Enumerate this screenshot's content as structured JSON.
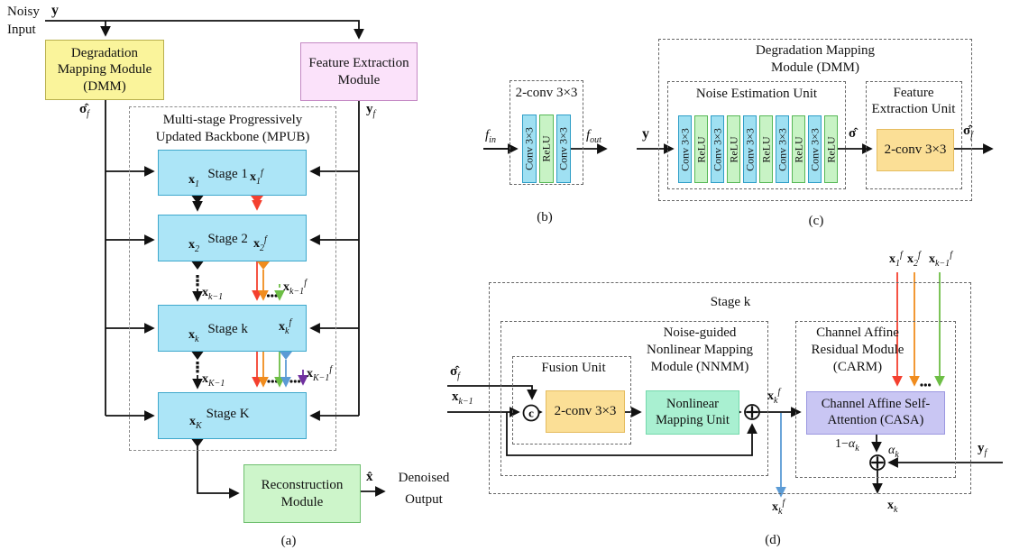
{
  "figure": {
    "panels": {
      "a": {
        "caption": "(a)",
        "noisy_line1": "Noisy",
        "noisy_line2": "Input",
        "y_label": "<b>y</b>",
        "dmm_lines": [
          "Degradation",
          "Mapping Module",
          "(DMM)"
        ],
        "fem_lines": [
          "Feature Extraction",
          "Module"
        ],
        "sigma_f_label": "<b>σ̂</b><sub>f</sub>",
        "y_f_label": "<b>y</b><sub>f</sub>",
        "mpub_lines": [
          "Multi-stage Progressively",
          "Updated Backbone (MPUB)"
        ],
        "stage1": {
          "title": "Stage 1",
          "x": "<b>x</b><sub>1</sub>",
          "xf": "<b>x</b><sub>1</sub><sup>f</sup>"
        },
        "stage2": {
          "title": "Stage 2",
          "x": "<b>x</b><sub>2</sub>",
          "xf": "<b>x</b><sub>2</sub><sup>f</sup>"
        },
        "stagek": {
          "title": "Stage k",
          "x": "<b>x</b><sub>k</sub>",
          "xf": "<b>x</b><sub>k</sub><sup>f</sup>"
        },
        "stageK": {
          "title": "Stage K",
          "x": "<b>x</b><sub>K</sub>"
        },
        "x_km1": "<b>x</b><sub>k−1</sub>",
        "x_km1_f": "<b>x</b><sub>k−1</sub><sup>f</sup>",
        "x_Km1": "<b>x</b><sub>K−1</sub>",
        "x_Km1_f": "<b>x</b><sub>K−1</sub><sup>f</sup>",
        "recon_lines": [
          "Reconstruction",
          "Module"
        ],
        "x_hat_label": "<b>x̂</b>",
        "output_lines": [
          "Denoised",
          "Output"
        ]
      },
      "b": {
        "caption": "(b)",
        "title": "2-conv 3×3",
        "f_in": "<i>f</i><sub>in</sub>",
        "f_out": "<i>f</i><sub>out</sub>",
        "layers": [
          "Conv 3×3",
          "ReLU",
          "Conv 3×3"
        ]
      },
      "c": {
        "caption": "(c)",
        "title_lines": [
          "Degradation Mapping",
          "Module (DMM)"
        ],
        "neu_title": "Noise Estimation Unit",
        "feu_lines": [
          "Feature",
          "Extraction Unit"
        ],
        "y_label": "<b>y</b>",
        "sigma_label": "<b>σ̂</b>",
        "sigma_f_label": "<b>σ̂</b><sub>f</sub>",
        "conv_label": "2-conv 3×3",
        "layers": [
          "Conv 3×3",
          "ReLU",
          "Conv 3×3",
          "ReLU",
          "Conv 3×3",
          "ReLU",
          "Conv 3×3",
          "ReLU",
          "Conv 3×3",
          "ReLU"
        ]
      },
      "d": {
        "caption": "(d)",
        "title": "Stage k",
        "sigma_f_label": "<b>σ̂</b><sub>f</sub>",
        "x_km1_label": "<b>x</b><sub>k−1</sub>",
        "concat_symbol": "c",
        "fusion_title": "Fusion Unit",
        "conv_label": "2-conv 3×3",
        "nnmm_lines": [
          "Noise-guided",
          "Nonlinear Mapping",
          "Module (NNMM)"
        ],
        "nmu_lines": [
          "Nonlinear",
          "Mapping Unit"
        ],
        "x_k_f_label": "<b>x</b><sub>k</sub><sup>f</sup>",
        "carm_lines": [
          "Channel Affine",
          "Residual Module",
          "(CARM)"
        ],
        "casa_lines": [
          "Channel Affine Self-",
          "Attention (CASA)"
        ],
        "x1f_label": "<b>x</b><sub>1</sub><sup>f</sup>",
        "x2f_label": "<b>x</b><sub>2</sub><sup>f</sup>",
        "xkm1f_label": "<b>x</b><sub>k−1</sub><sup>f</sup>",
        "one_minus_alpha": "1−<i>α</i><sub>k</sub>",
        "alpha": "<i>α</i><sub>k</sub>",
        "y_f_label": "<b>y</b><sub>f</sub>",
        "x_k_out_label": "<b>x</b><sub>k</sub>"
      }
    },
    "colors": {
      "dmm_yellow": "#FAF49B",
      "fem_pink": "#FBE2FA",
      "stage_blue": "#ACE5F7",
      "recon_green": "#CDF5CA",
      "conv_cyan": "#9FE0F2",
      "relu_green": "#C8F3C5",
      "conv2_orange": "#FBDF96",
      "nmu_mint": "#A9F0D1",
      "casa_purple": "#C9C6F3",
      "arrow_red": "#F4402F",
      "arrow_orange": "#F08C1E",
      "arrow_green": "#6DBE45",
      "arrow_blue": "#5B9BD5",
      "arrow_purple": "#7030A0"
    }
  }
}
